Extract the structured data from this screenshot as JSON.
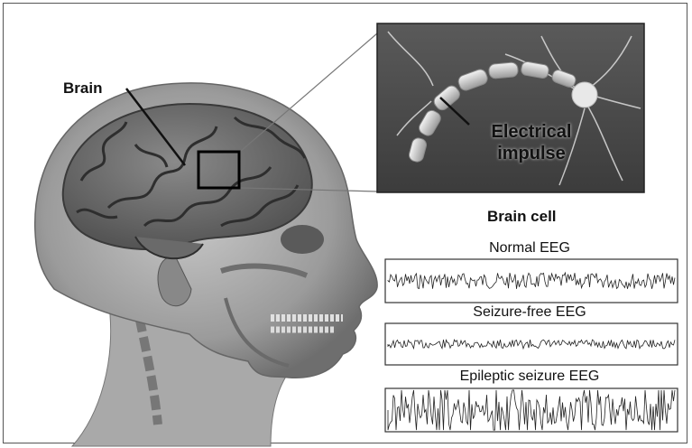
{
  "labels": {
    "brain": "Brain",
    "electrical_impulse": "Electrical impulse",
    "brain_cell": "Brain cell"
  },
  "eeg_panels": [
    {
      "title": "Normal EEG",
      "amplitude": "medium"
    },
    {
      "title": "Seizure-free EEG",
      "amplitude": "low"
    },
    {
      "title": "Epileptic seizure EEG",
      "amplitude": "high"
    }
  ],
  "colors": {
    "head_fill": "#9a9a9a",
    "panel_bg": "#4a4a4a",
    "trace": "#222222",
    "highlight_box": "#000000"
  }
}
